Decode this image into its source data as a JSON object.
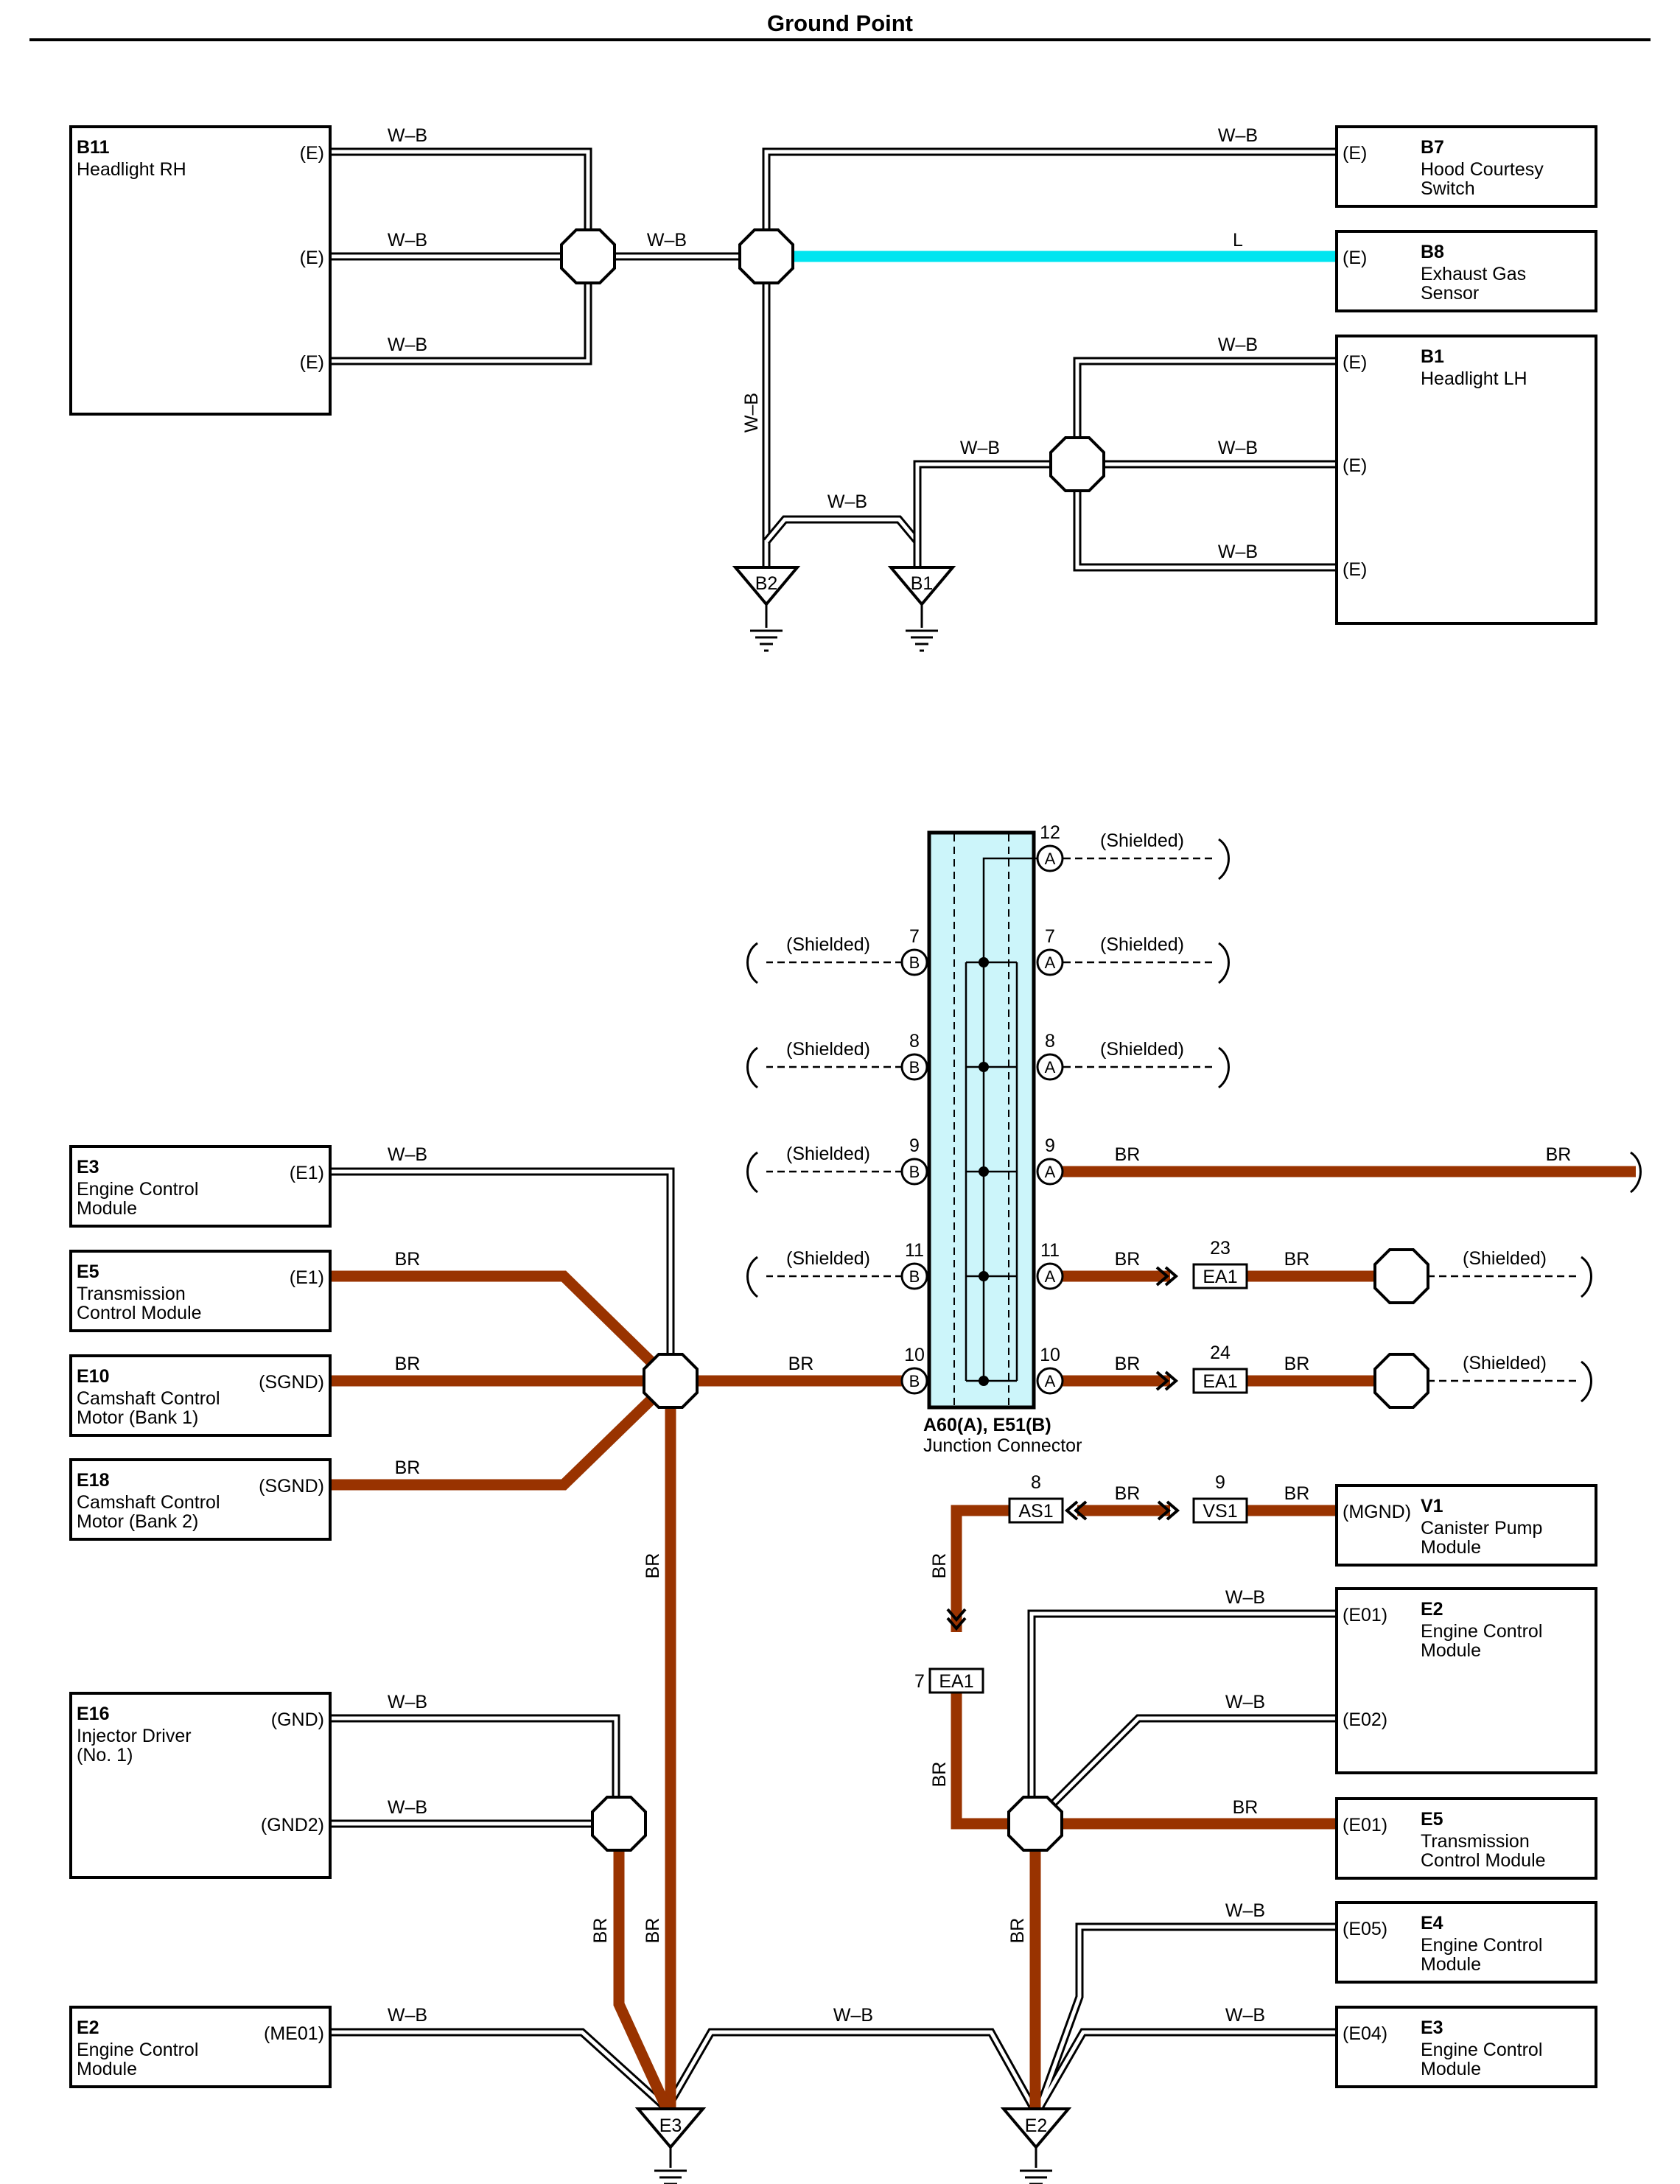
{
  "title": "Ground Point",
  "wire_labels": {
    "wb": "W–B",
    "l": "L",
    "br": "BR",
    "shielded": "(Shielded)"
  },
  "components": {
    "b11": {
      "id": "B11",
      "name1": "Headlight RH",
      "pin": "(E)"
    },
    "b7": {
      "id": "B7",
      "name1": "Hood Courtesy",
      "name2": "Switch",
      "pin": "(E)"
    },
    "b8": {
      "id": "B8",
      "name1": "Exhaust Gas",
      "name2": "Sensor",
      "pin": "(E)"
    },
    "b1": {
      "id": "B1",
      "name1": "Headlight LH",
      "pin": "(E)"
    },
    "e3a": {
      "id": "E3",
      "name1": "Engine Control",
      "name2": "Module",
      "pin": "(E1)"
    },
    "e5a": {
      "id": "E5",
      "name1": "Transmission",
      "name2": "Control Module",
      "pin": "(E1)"
    },
    "e10": {
      "id": "E10",
      "name1": "Camshaft Control",
      "name2": "Motor (Bank 1)",
      "pin": "(SGND)"
    },
    "e18": {
      "id": "E18",
      "name1": "Camshaft Control",
      "name2": "Motor (Bank 2)",
      "pin": "(SGND)"
    },
    "e16": {
      "id": "E16",
      "name1": "Injector Driver",
      "name2": "(No. 1)",
      "pin1": "(GND)",
      "pin2": "(GND2)"
    },
    "e2a": {
      "id": "E2",
      "name1": "Engine Control",
      "name2": "Module",
      "pin": "(ME01)"
    },
    "v1": {
      "id": "V1",
      "name1": "Canister Pump",
      "name2": "Module",
      "pin": "(MGND)"
    },
    "e2b": {
      "id": "E2",
      "name1": "Engine Control",
      "name2": "Module",
      "pin1": "(E01)",
      "pin2": "(E02)"
    },
    "e5b": {
      "id": "E5",
      "name1": "Transmission",
      "name2": "Control Module",
      "pin": "(E01)"
    },
    "e4": {
      "id": "E4",
      "name1": "Engine Control",
      "name2": "Module",
      "pin": "(E05)"
    },
    "e3b": {
      "id": "E3",
      "name1": "Engine Control",
      "name2": "Module",
      "pin": "(E04)"
    }
  },
  "grounds": {
    "b2": "B2",
    "b1": "B1",
    "e3": "E3",
    "e2": "E2"
  },
  "junction": {
    "name1": "A60(A), E51(B)",
    "name2": "Junction Connector",
    "conn_a": "A",
    "conn_b": "B",
    "pins": [
      "12",
      "7",
      "8",
      "9",
      "11",
      "10"
    ]
  },
  "inline": {
    "ea1": "EA1",
    "as1": "AS1",
    "vs1": "VS1",
    "ea1_top_pin": "23",
    "ea1_bot_pin": "24",
    "as1_pin": "8",
    "vs1_pin": "9",
    "ea1_v_pin": "7"
  },
  "colors": {
    "br": "#993300",
    "l": "#00e5f0",
    "junction_fill": "#ccf5fa"
  }
}
